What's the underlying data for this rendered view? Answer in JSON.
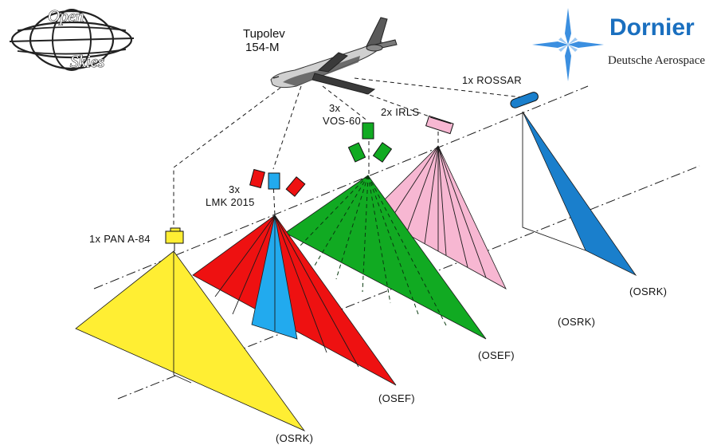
{
  "logo_left": {
    "line1": "Open",
    "line2": "Skies"
  },
  "logo_right": {
    "name": "Dornier",
    "subtitle": "Deutsche Aerospace",
    "icon": "compass-star-icon"
  },
  "aircraft": {
    "name_line1": "Tupolev",
    "name_line2": "154-M",
    "icon": "jet-aircraft-icon"
  },
  "sensors": {
    "rossar": {
      "label": "1x ROSSAR"
    },
    "irls": {
      "label": "2x IRLS"
    },
    "vos60": {
      "line1": "3x",
      "line2": "VOS-60"
    },
    "lmk": {
      "line1": "3x",
      "line2": "LMK 2015"
    },
    "pan": {
      "label": "1x PAN A-84"
    }
  },
  "footprint_labels": {
    "osrk_right": "(OSRK)",
    "osrk_middle": "(OSRK)",
    "osef_green": "(OSEF)",
    "osef_red": "(OSEF)",
    "osrk_bottom": "(OSRK)"
  },
  "colors": {
    "yellow": "#ffee33",
    "red": "#ee1111",
    "cyan": "#22aaee",
    "green": "#11aa22",
    "pink": "#f7b7d2",
    "blue": "#1a7fcc",
    "dornier_blue": "#1a6fbf"
  }
}
